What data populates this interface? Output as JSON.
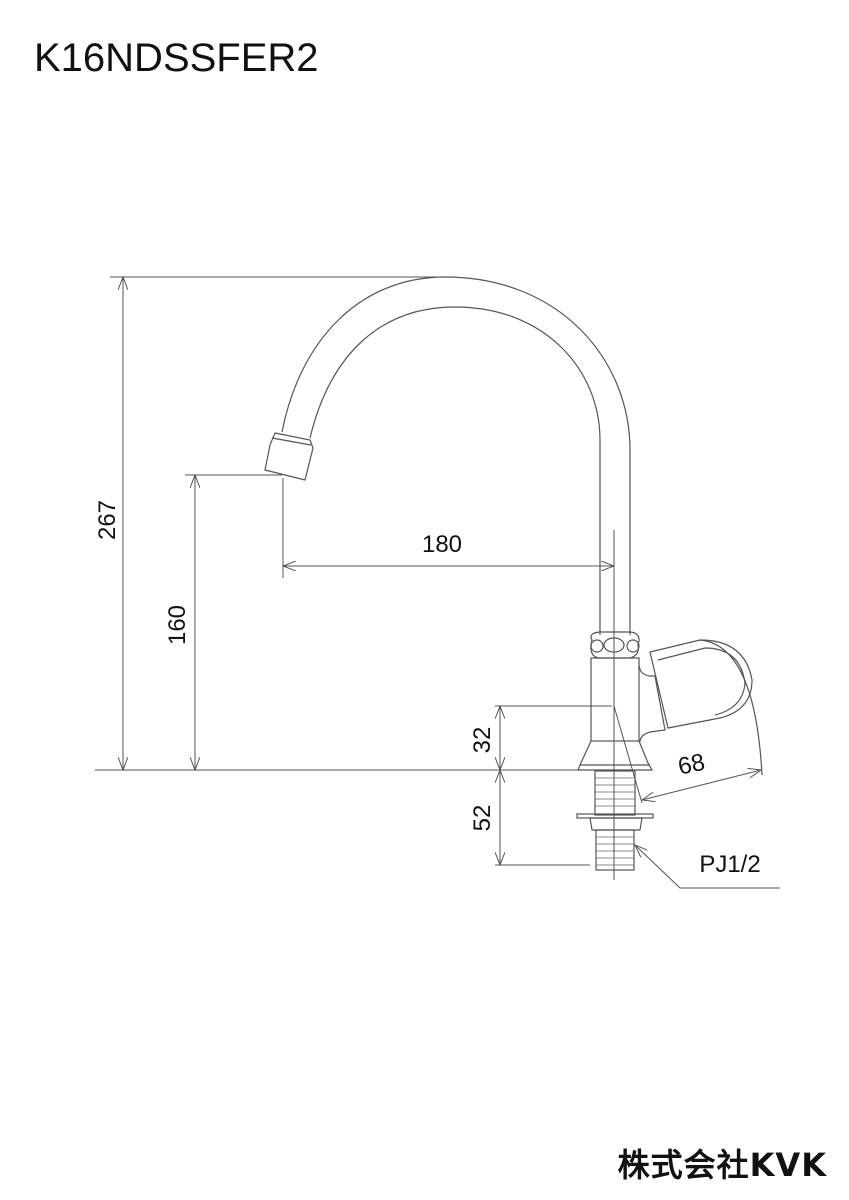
{
  "title": "K16NDSSFER2",
  "logo": "株式会社KVK",
  "dimensions": {
    "total_height": "267",
    "spout_height": "160",
    "spout_reach": "180",
    "body_height": "32",
    "thread_length": "52",
    "handle_width": "68",
    "thread_spec": "PJ1/2"
  }
}
